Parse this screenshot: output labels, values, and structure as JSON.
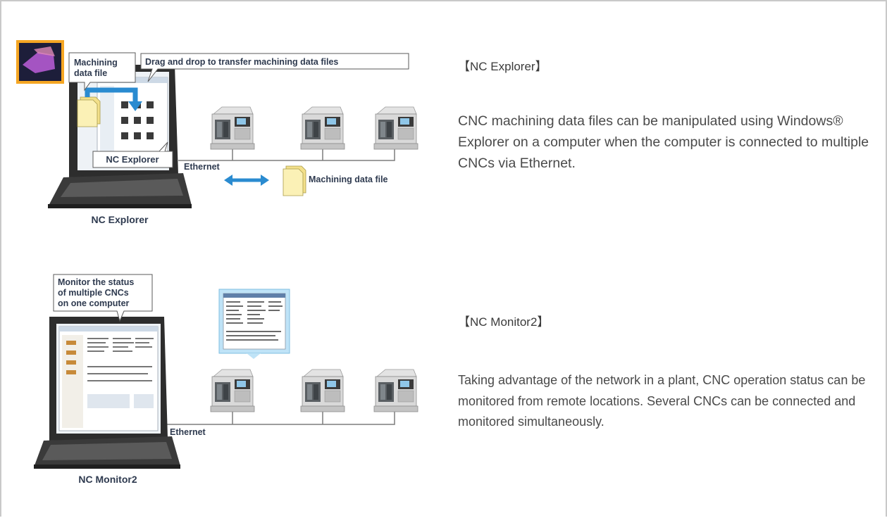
{
  "section1": {
    "heading": "【NC Explorer】",
    "description": "CNC machining data files can be manipulated using Windows® Explorer on a computer when the computer is connected to multiple CNCs via Ethernet.",
    "callout_file": [
      "Machining",
      "data file"
    ],
    "callout_drag": "Drag and drop to transfer machining data files",
    "screen_label": "NC Explorer",
    "network_label": "Ethernet",
    "file_label": "Machining data file",
    "laptop_caption": "NC Explorer"
  },
  "section2": {
    "heading": "【NC Monitor2】",
    "description": "Taking advantage of the network in a plant, CNC operation status can be monitored from remote locations. Several CNCs can be connected and monitored simultaneously.",
    "callout_monitor": [
      "Monitor the status",
      "of multiple CNCs",
      "on one computer"
    ],
    "network_label": "Ethernet",
    "laptop_caption": "NC Monitor2"
  },
  "colors": {
    "accent_orange": "#f5a623",
    "arrow_blue": "#2a8bd0",
    "label_navy": "#2e3a4f",
    "border_gray": "#c9c9c9",
    "file_yellow": "#fbf1b6"
  }
}
